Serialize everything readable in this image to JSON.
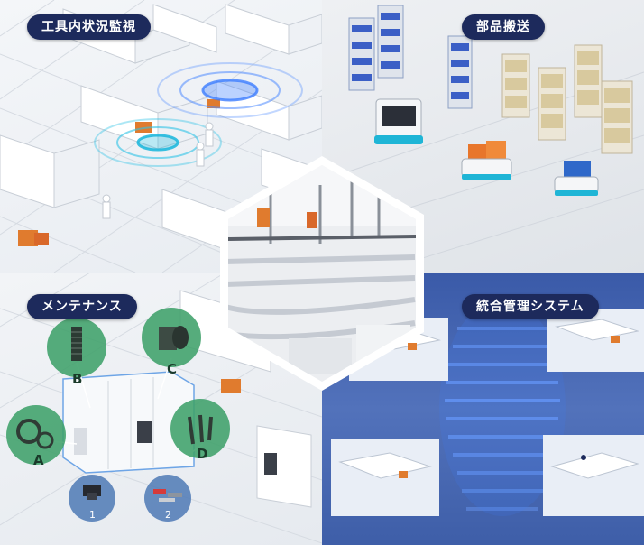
{
  "sections": {
    "top_left": {
      "label": "工具内状況監視"
    },
    "top_right": {
      "label": "部品搬送"
    },
    "bottom_left": {
      "label": "メンテナンス"
    },
    "bottom_right": {
      "label": "統合管理システム"
    }
  },
  "maintenance": {
    "parts": [
      {
        "label": "A"
      },
      {
        "label": "B"
      },
      {
        "label": "C"
      },
      {
        "label": "D"
      }
    ],
    "tools": [
      {
        "label": "1"
      },
      {
        "label": "2"
      }
    ]
  },
  "colors": {
    "label_bg": "#1d2a5c",
    "label_text": "#ffffff",
    "part_circle": "#3fa06a",
    "tool_circle": "#4d79b5",
    "system_blue": "#3a5aa8",
    "hologram": "#3c7dff"
  }
}
